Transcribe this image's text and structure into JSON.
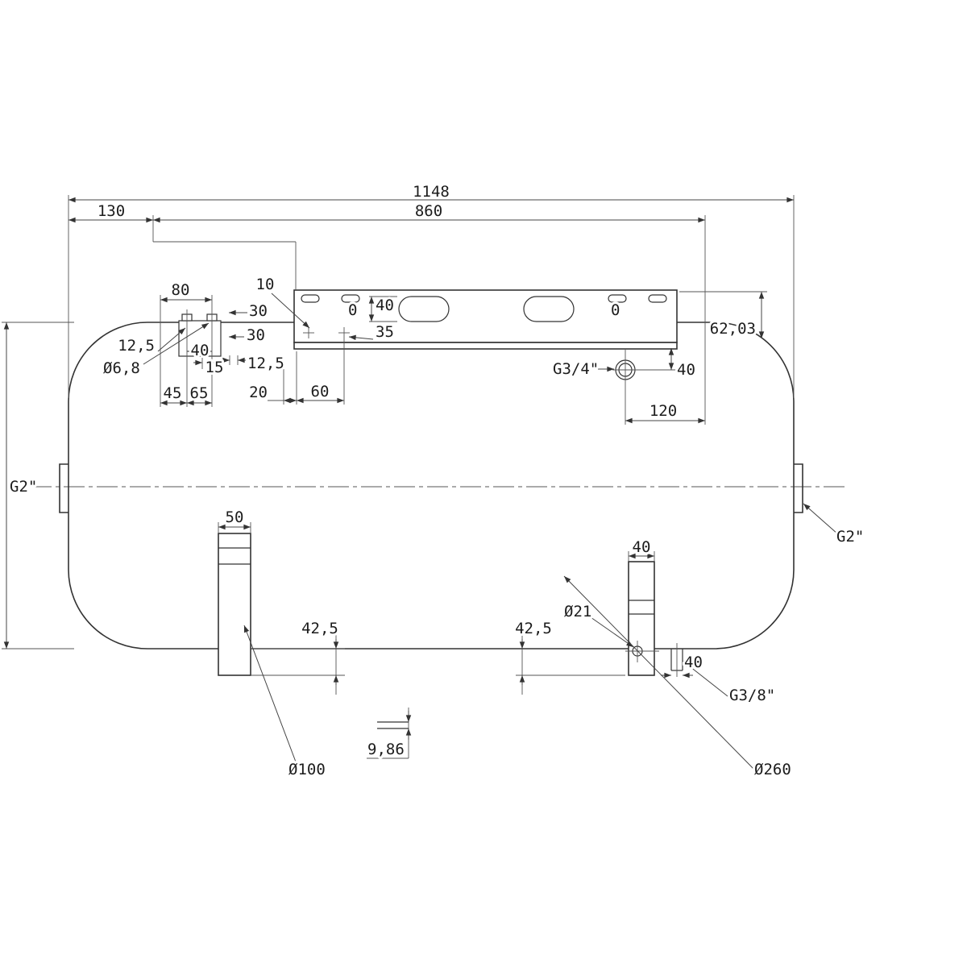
{
  "drawing": {
    "labels": {
      "total_length": "1148",
      "rail_length": "860",
      "left_offset": "130",
      "tab_span": "80",
      "hole_offset_10": "10",
      "offset_30_upper": "30",
      "offset_30_lower": "30",
      "slot_height_40": "40",
      "datum_left": "0",
      "datum_right": "0",
      "hole_row_offset_35": "35",
      "tab_offset_12_5": "12,5",
      "tab_hole_dia": "Ø6,8",
      "tab_dim_40": "40",
      "tab_dim_15": "15",
      "rail_offset_12_5": "12,5",
      "tab_dim_45": "45",
      "tab_dim_65": "65",
      "rail_dim_20": "20",
      "rail_dim_60": "60",
      "rail_height": "62,03",
      "port_top": "G3/4\"",
      "port_top_drop_40": "40",
      "port_top_distance_120": "120",
      "port_left": "G2\"",
      "port_right": "G2\"",
      "front_leg_width_50": "50",
      "rear_leg_width_40": "40",
      "clearance_front_42_5": "42,5",
      "clearance_rear_42_5": "42,5",
      "leg_hole_dia": "Ø21",
      "drain_offset_40": "40",
      "port_drain": "G3/8\"",
      "plate_thickness": "9,86",
      "leg_dia": "Ø100",
      "shell_dia": "Ø260"
    }
  }
}
